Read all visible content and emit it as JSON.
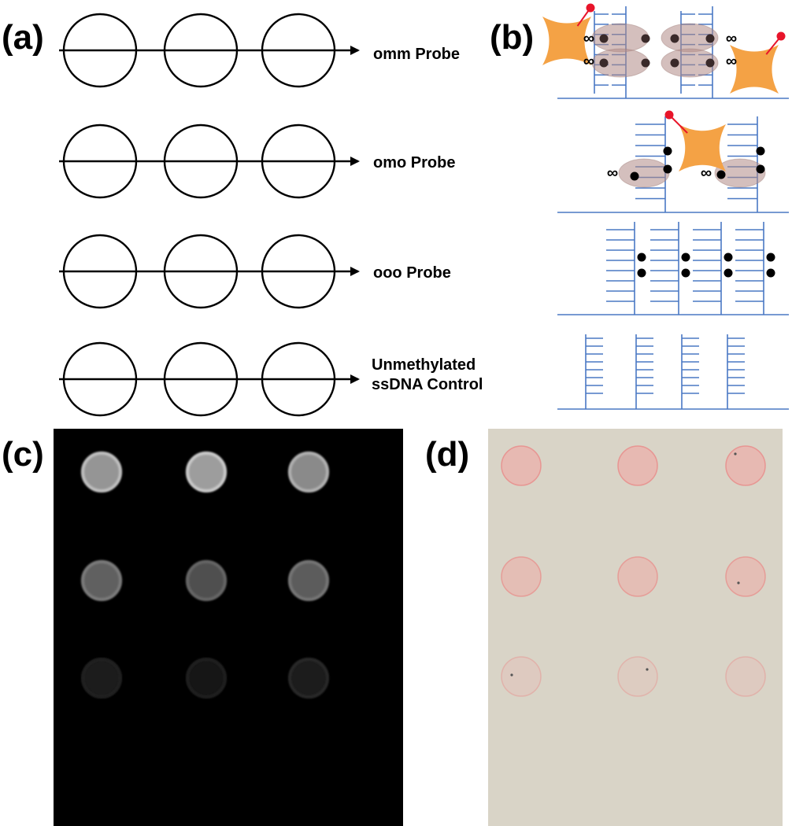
{
  "panels": {
    "a": {
      "label": "(a)"
    },
    "b": {
      "label": "(b)"
    },
    "c": {
      "label": "(c)"
    },
    "d": {
      "label": "(d)"
    }
  },
  "rows": [
    {
      "label": "omm Probe"
    },
    {
      "label": "omo Probe"
    },
    {
      "label": "ooo Probe"
    },
    {
      "label_line1": "Unmethylated",
      "label_line2": "ssDNA Control"
    }
  ],
  "symbols": {
    "infinity": "∞"
  },
  "fluorescence_intensity": [
    [
      0.78,
      0.82,
      0.72
    ],
    [
      0.5,
      0.42,
      0.48
    ],
    [
      0.14,
      0.13,
      0.16
    ],
    [
      0.02,
      0.02,
      0.02
    ]
  ],
  "colorimetric_intensity": [
    [
      0.55,
      0.55,
      0.55
    ],
    [
      0.45,
      0.45,
      0.45
    ],
    [
      0.18,
      0.16,
      0.18
    ],
    [
      0.0,
      0.0,
      0.0
    ]
  ],
  "colors": {
    "dna_strand": "#4a78c4",
    "protein": "#f4a245",
    "protein_tag": "#e8142a",
    "methyl_binding": "#b08a86",
    "fluorescence_bg": "#000000",
    "membrane_bg": "#d9d4c7",
    "spot_pink": "#f2a3a0"
  }
}
